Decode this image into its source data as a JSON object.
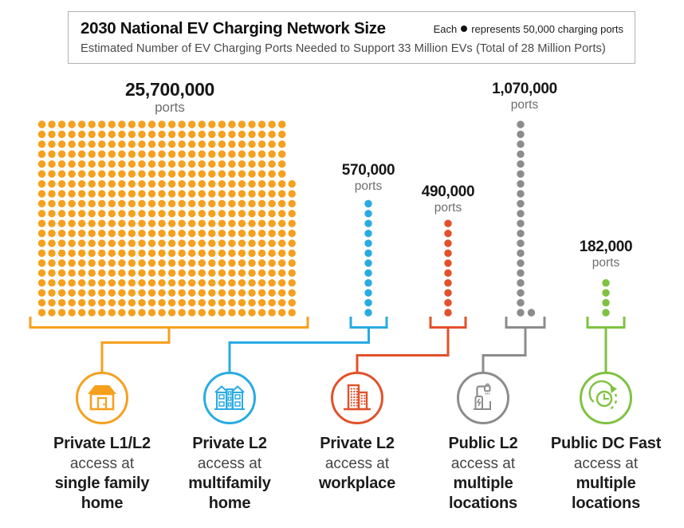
{
  "header": {
    "title": "2030 National EV Charging Network Size",
    "legend_prefix": "Each",
    "legend_suffix": "represents 50,000 charging ports",
    "subtitle": "Estimated Number of EV Charging Ports Needed to Support 33 Million EVs (Total of 28 Million Ports)"
  },
  "chart_data": {
    "type": "pictogram",
    "title": "2030 National EV Charging Network Size",
    "subtitle": "Estimated Number of EV Charging Ports Needed to Support 33 Million EVs (Total of 28 Million Ports)",
    "unit_per_dot": 50000,
    "unit_note": "Each ● represents 50,000 charging ports",
    "total_ports_note": "Total of 28 Million Ports",
    "categories": [
      {
        "name": "Private L1/L2 access at single family home",
        "value": 25700000,
        "value_label": "25,700,000",
        "unit_word": "ports",
        "dots": 514,
        "color": "#F6A01E",
        "icon": "single-family-house",
        "label_lines": [
          "Private L1/L2",
          "access at",
          "single family",
          "home"
        ]
      },
      {
        "name": "Private L2 access at multifamily home",
        "value": 570000,
        "value_label": "570,000",
        "unit_word": "ports",
        "dots": 12,
        "color": "#29ABE2",
        "icon": "multifamily-home",
        "label_lines": [
          "Private L2",
          "access at",
          "multifamily",
          "home"
        ]
      },
      {
        "name": "Private L2 access at workplace",
        "value": 490000,
        "value_label": "490,000",
        "unit_word": "ports",
        "dots": 10,
        "color": "#E2512A",
        "icon": "workplace-buildings",
        "label_lines": [
          "Private L2",
          "access at",
          "workplace"
        ]
      },
      {
        "name": "Public L2 access at multiple locations",
        "value": 1070000,
        "value_label": "1,070,000",
        "unit_word": "ports",
        "dots": 21,
        "color": "#8C8C8C",
        "icon": "public-l2-charger",
        "label_lines": [
          "Public L2",
          "access at",
          "multiple",
          "locations"
        ]
      },
      {
        "name": "Public DC Fast access at multiple locations",
        "value": 182000,
        "value_label": "182,000",
        "unit_word": "ports",
        "dots": 4,
        "color": "#7FC241",
        "icon": "dc-fast-clock",
        "label_lines": [
          "Public DC Fast",
          "access at",
          "multiple",
          "locations"
        ]
      }
    ]
  }
}
